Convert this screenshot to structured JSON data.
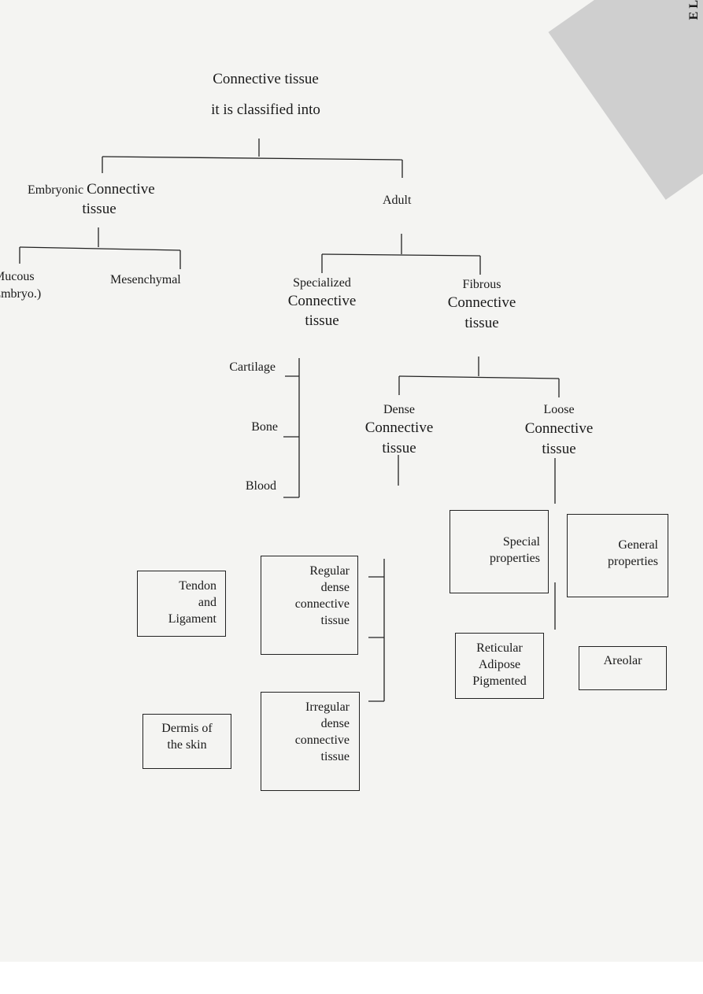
{
  "title": {
    "line1": "Connective tissue",
    "line2": "it is classified into"
  },
  "embryonic": {
    "word1": "Embryonic",
    "word2": "Connective",
    "word3": "tissue",
    "children": {
      "mucous": [
        "Mucous",
        "(Embryo.)"
      ],
      "mesenchymal": "Mesenchymal"
    }
  },
  "adult": {
    "label": "Adult",
    "specialized": [
      "Specialized",
      "Connective",
      "tissue"
    ],
    "specialized_items": [
      "Cartilage",
      "Bone",
      "Blood"
    ],
    "fibrous": [
      "Fibrous",
      "Connective",
      "tissue"
    ],
    "dense": [
      "Dense",
      "Connective",
      "tissue"
    ],
    "loose": [
      "Loose",
      "Connective",
      "tissue"
    ]
  },
  "boxes": {
    "regular": [
      "Regular",
      "dense",
      "connective",
      "tissue"
    ],
    "tendon": [
      "Tendon",
      "and",
      "Ligament"
    ],
    "irregular": [
      "Irregular",
      "dense",
      "connective",
      "tissue"
    ],
    "dermis": [
      "Dermis of",
      "the skin"
    ],
    "special": [
      "Special",
      "properties"
    ],
    "general": [
      "General",
      "properties"
    ],
    "reticular": [
      "Reticular",
      "Adipose",
      "Pigmented"
    ],
    "areolar": [
      "Areolar"
    ]
  },
  "margin_text": "E\nL",
  "colors": {
    "ink": "#222222",
    "paper": "#f4f4f2"
  }
}
